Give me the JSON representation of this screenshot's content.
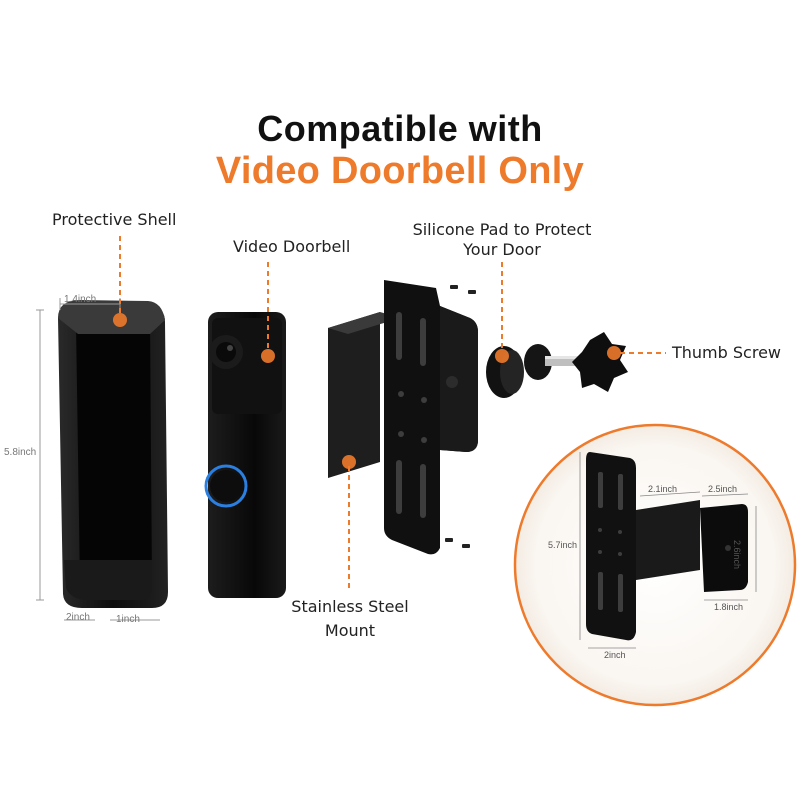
{
  "header": {
    "line1": "Compatible with",
    "line2": "Video Doorbell Only"
  },
  "labels": {
    "protective_shell": "Protective Shell",
    "video_doorbell": "Video Doorbell",
    "silicone_pad_line1": "Silicone Pad to Protect",
    "silicone_pad_line2": "Your Door",
    "thumb_screw": "Thumb Screw",
    "mount_line1": "Stainless Steel",
    "mount_line2": "Mount"
  },
  "shell_dimensions": {
    "width": "1.4inch",
    "height": "5.8inch",
    "depth": "1inch",
    "depth2": "2inch"
  },
  "mount_dimensions": {
    "a": "2.1inch",
    "b": "2.5inch",
    "c": "2.6inch",
    "d": "5.7inch",
    "e": "1.8inch",
    "f": "2inch"
  },
  "colors": {
    "accent": "#ee7a2c",
    "text": "#222222",
    "product": "#141414",
    "ring": "#2a7fe0"
  }
}
